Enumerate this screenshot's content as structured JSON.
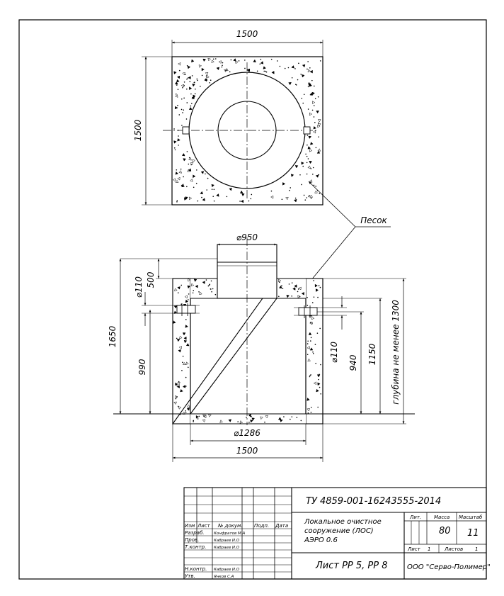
{
  "drawing": {
    "top_view": {
      "width_dim": "1500",
      "height_dim": "1500"
    },
    "callout": "Песок",
    "section_view": {
      "top_diameter": "⌀950",
      "neck_height": "500",
      "overall_height": "1650",
      "left_pipe_diameter": "⌀110",
      "left_inlet_height": "990",
      "right_pipe_diameter": "⌀110",
      "right_outlet_height": "940",
      "right_height_1150": "1150",
      "depth_note": "глубина не менее 1300",
      "bottom_diameter": "⌀1286",
      "bottom_width": "1500"
    }
  },
  "title_block": {
    "doc_code": "ТУ 4859-001-16243555-2014",
    "col_headers": [
      "Изм",
      "Лист",
      "№ докум.",
      "Подп.",
      "Дата"
    ],
    "roles": [
      {
        "role": "Разраб.",
        "name": "Конфратов М.А"
      },
      {
        "role": "Пров.",
        "name": "Кабраев И.О"
      },
      {
        "role": "Т.контр.",
        "name": "Кабраев И.О"
      },
      {
        "role": "",
        "name": ""
      },
      {
        "role": "Н.контр.",
        "name": "Кабраев И.О"
      },
      {
        "role": "Утв.",
        "name": "Янков С.А"
      }
    ],
    "product_name": [
      "Локальное очистное",
      "сооружение (ЛОС)",
      "АЭРО 0.6"
    ],
    "lit_label": "Лит.",
    "mass_label": "Масса",
    "scale_label": "Масштаб",
    "mass_value": "80",
    "scale_value": "11",
    "sheet_label": "Лист",
    "sheet_value": "1",
    "sheets_label": "Листов",
    "sheets_value": "1",
    "sheet_ref": "Лист РР 5, РР 8",
    "company": "ООО \"Серво-Полимер\""
  }
}
